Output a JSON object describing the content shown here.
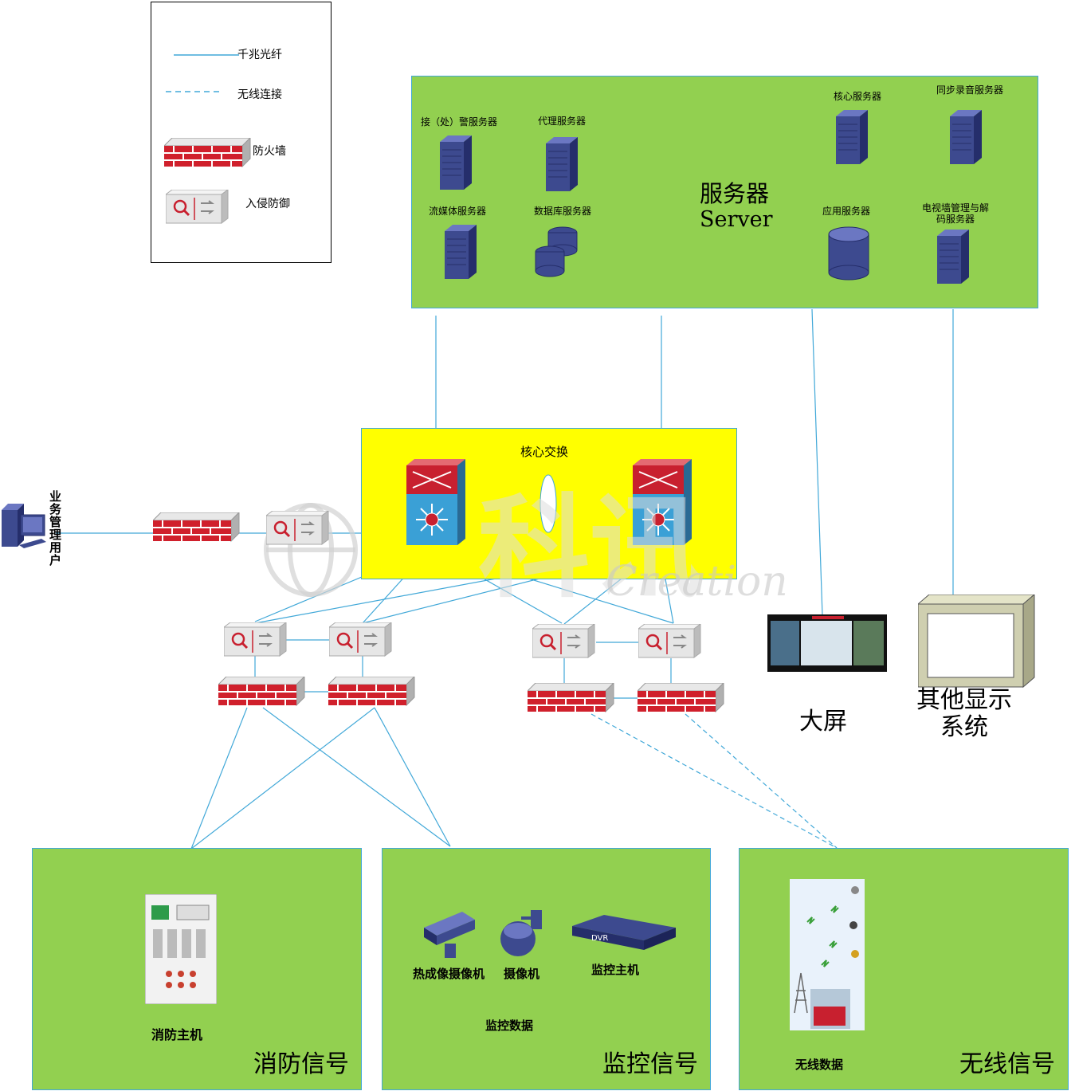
{
  "legend": {
    "items": [
      {
        "label": "千兆光纤",
        "icon": "solid-line"
      },
      {
        "label": "无线连接",
        "icon": "dashed-line"
      },
      {
        "label": "防火墙",
        "icon": "firewall-icon"
      },
      {
        "label": "入侵防御",
        "icon": "ips-icon"
      }
    ]
  },
  "server_group": {
    "title": "服务器",
    "title_en": "Server",
    "servers": [
      "接（处）警服务器",
      "代理服务器",
      "核心服务器",
      "同步录音服务器",
      "流媒体服务器",
      "数据库服务器",
      "应用服务器",
      "电视墙管理与解码服务器"
    ]
  },
  "core": {
    "title": "核心交换"
  },
  "user": {
    "label": "业务管理用户"
  },
  "display": {
    "big_screen": "大屏",
    "other": "其他显示系统"
  },
  "signals": {
    "fire": {
      "title": "消防信号",
      "device": "消防主机"
    },
    "monitor": {
      "title": "监控信号",
      "devices": [
        "热成像摄像机",
        "摄像机",
        "监控主机"
      ],
      "data": "监控数据",
      "dvr": "DVR"
    },
    "wireless": {
      "title": "无线信号",
      "data": "无线数据"
    }
  },
  "watermark": {
    "text": "科讯",
    "text_en": "Creation"
  },
  "colors": {
    "green": "#92d050",
    "yellow": "#ffff00",
    "line": "#41a8d8",
    "firewall": "#c8202f",
    "server": "#3d4a8f"
  }
}
